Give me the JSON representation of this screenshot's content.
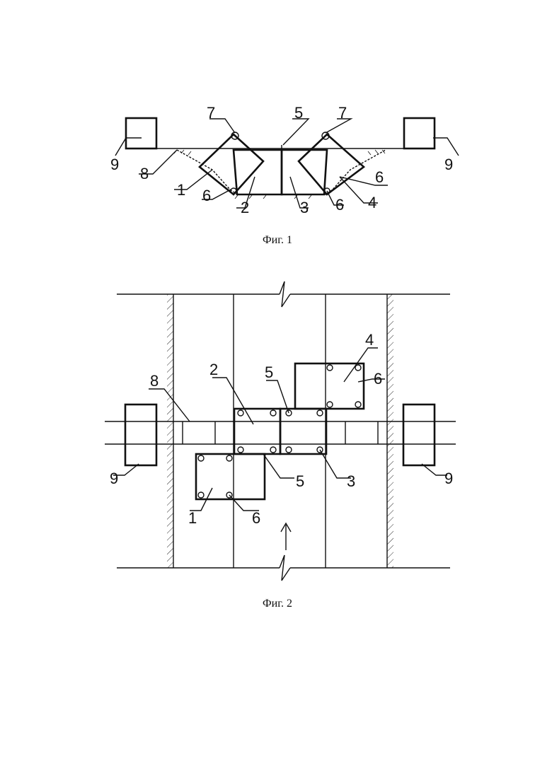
{
  "figures": [
    {
      "caption": "Фиг. 1",
      "labels": {
        "block_1": "1",
        "block_2": "2",
        "block_3": "3",
        "block_4": "4",
        "joint_5": "5",
        "hinge_6_left": "6",
        "hinge_6_right_top": "6",
        "hinge_6_right_bottom": "6",
        "hinge_7_left": "7",
        "hinge_7_right": "7",
        "ground_8": "8",
        "support_9_left": "9",
        "support_9_right": "9"
      }
    },
    {
      "caption": "Фиг. 2",
      "labels": {
        "block_1": "1",
        "block_2": "2",
        "block_3": "3",
        "block_4": "4",
        "joint_5_top": "5",
        "joint_5_bottom": "5",
        "hinge_6_top": "6",
        "hinge_6_bottom": "6",
        "beam_8": "8",
        "support_9_left": "9",
        "support_9_right": "9"
      }
    }
  ],
  "colors": {
    "ink": "#111111",
    "paper": "#ffffff"
  }
}
